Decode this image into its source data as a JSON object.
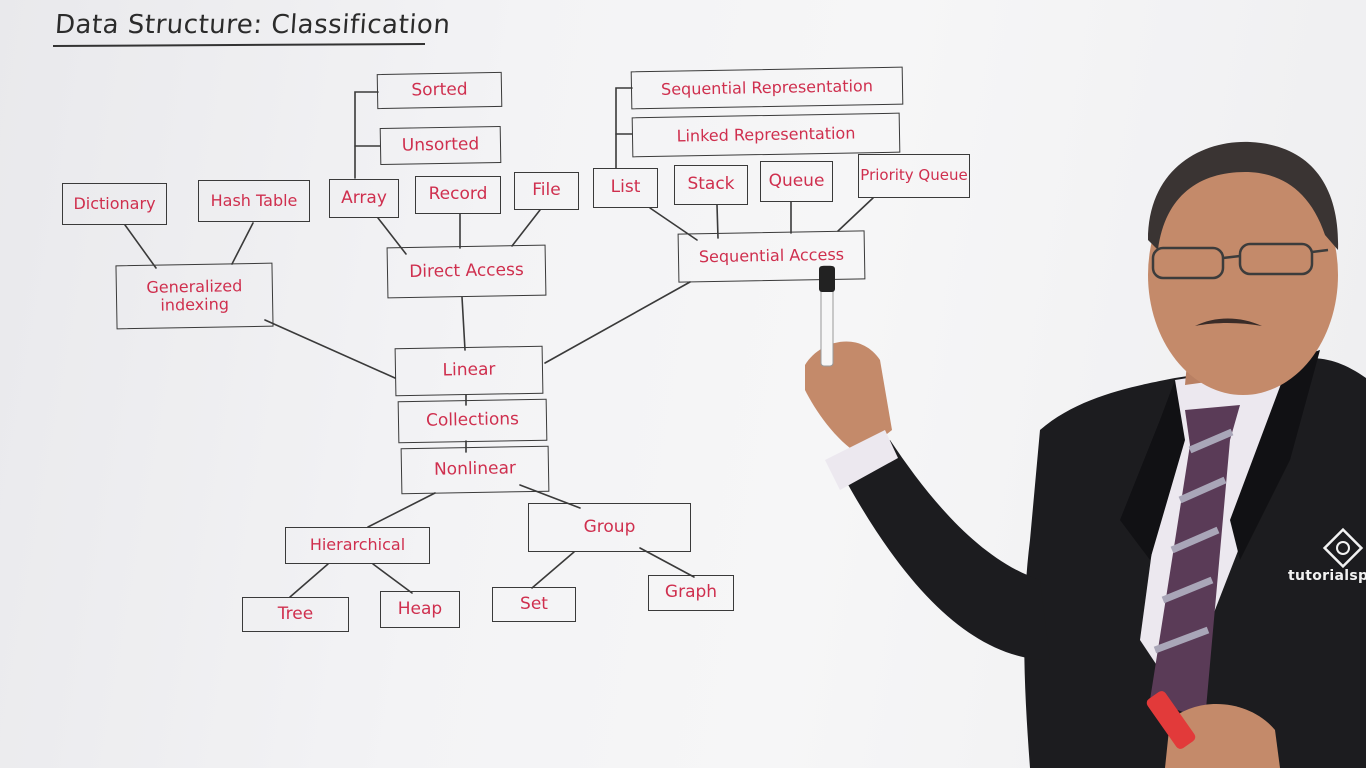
{
  "title": "Data Structure: Classification",
  "nodes": {
    "sorted": "Sorted",
    "unsorted": "Unsorted",
    "sequential_representation": "Sequential Representation",
    "linked_representation": "Linked Representation",
    "dictionary": "Dictionary",
    "hash_table": "Hash Table",
    "array": "Array",
    "record": "Record",
    "file": "File",
    "list": "List",
    "stack": "Stack",
    "queue": "Queue",
    "priority_queue": "Priority Queue",
    "generalized_indexing": "Generalized\nindexing",
    "direct_access": "Direct Access",
    "sequential_access": "Sequential Access",
    "linear": "Linear",
    "collections": "Collections",
    "nonlinear": "Nonlinear",
    "hierarchical": "Hierarchical",
    "group": "Group",
    "tree": "Tree",
    "heap": "Heap",
    "set": "Set",
    "graph": "Graph"
  },
  "colors": {
    "ink": "#3a3a3a",
    "label": "#cf2f4e",
    "suit": "#1c1c1f",
    "shirt": "#ece8ef",
    "skin": "#c48a6a"
  },
  "logo": {
    "text": "tutorialspoint",
    "icon": "tutorialspoint-logo-icon"
  }
}
